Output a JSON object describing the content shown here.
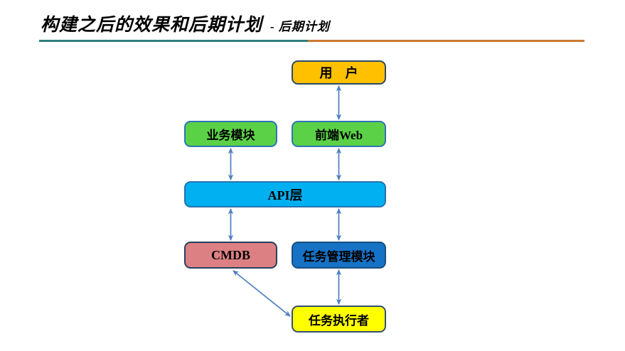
{
  "title": {
    "main": "构建之后的效果和后期计划",
    "suffix": "- 后期计划"
  },
  "colors": {
    "arrow": "#4d7ebf",
    "rule_left": "#2e7e7e",
    "rule_right": "#cc7a33",
    "title_text": "#000000"
  },
  "nodes": {
    "user": {
      "label": "用　户",
      "fill": "#ffc000",
      "border": "#2e4a66"
    },
    "biz": {
      "label": "业务模块",
      "fill": "#5bd147",
      "border": "#2e75b6"
    },
    "web": {
      "label": "前端Web",
      "fill": "#5bd147",
      "border": "#2e75b6"
    },
    "api": {
      "label": "API层",
      "fill": "#00b0f0",
      "border": "#2873ae"
    },
    "cmdb": {
      "label": "CMDB",
      "fill": "#dd8083",
      "border": "#27415e"
    },
    "taskmgr": {
      "label": "任务管理模块",
      "fill": "#1572c5",
      "border": "#1b4f7e"
    },
    "executor": {
      "label": "任务执行者",
      "fill": "#ffff00",
      "border": "#31506e"
    }
  },
  "edges": [
    {
      "from": "用户",
      "to": "前端Web",
      "direction": "bidirectional"
    },
    {
      "from": "业务模块",
      "to": "API层",
      "direction": "bidirectional"
    },
    {
      "from": "前端Web",
      "to": "API层",
      "direction": "bidirectional"
    },
    {
      "from": "API层",
      "to": "CMDB",
      "direction": "bidirectional"
    },
    {
      "from": "API层",
      "to": "任务管理模块",
      "direction": "bidirectional"
    },
    {
      "from": "任务管理模块",
      "to": "任务执行者",
      "direction": "bidirectional"
    },
    {
      "from": "CMDB",
      "to": "任务执行者",
      "direction": "bidirectional"
    }
  ]
}
